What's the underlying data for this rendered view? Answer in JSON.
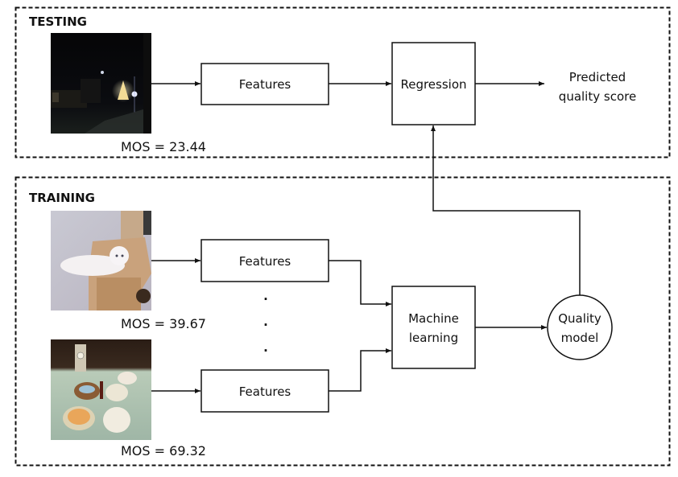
{
  "testing": {
    "title": "TESTING",
    "image": {
      "description": "night street scene with lit tree",
      "mos_label": "MOS = 23.44"
    },
    "features_label": "Features",
    "regression_label": "Regression",
    "output_label_line1": "Predicted",
    "output_label_line2": "quality score"
  },
  "training": {
    "title": "TRAINING",
    "samples": [
      {
        "description": "white cat on wooden box",
        "mos_label": "MOS = 39.67",
        "features_label": "Features"
      },
      {
        "description": "tea set on table",
        "mos_label": "MOS = 69.32",
        "features_label": "Features"
      }
    ],
    "ellipsis": [
      "·",
      "·",
      "·"
    ],
    "machine_learning_line1": "Machine",
    "machine_learning_line2": "learning",
    "quality_model_line1": "Quality",
    "quality_model_line2": "model"
  },
  "colors": {
    "stroke": "#111111",
    "background": "#ffffff"
  }
}
